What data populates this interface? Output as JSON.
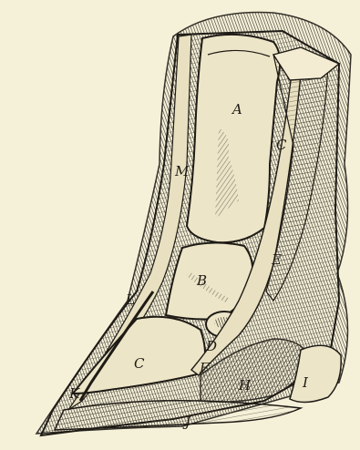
{
  "figure": {
    "labels": [
      {
        "id": "A",
        "text": "A"
      },
      {
        "id": "B",
        "text": "B"
      },
      {
        "id": "C1",
        "text": "C"
      },
      {
        "id": "C2",
        "text": "C"
      },
      {
        "id": "D",
        "text": "D"
      },
      {
        "id": "E",
        "text": "E"
      },
      {
        "id": "F",
        "text": "F"
      },
      {
        "id": "H",
        "text": "H"
      },
      {
        "id": "I",
        "text": "I"
      },
      {
        "id": "J",
        "text": "J"
      },
      {
        "id": "K",
        "text": "K"
      },
      {
        "id": "L",
        "text": "L"
      },
      {
        "id": "M",
        "text": "M"
      }
    ]
  },
  "colors": {
    "paper": "#f5f0d8",
    "ink": "#1e1b16",
    "shade": "#6b6450",
    "light": "#e8e0c0"
  }
}
